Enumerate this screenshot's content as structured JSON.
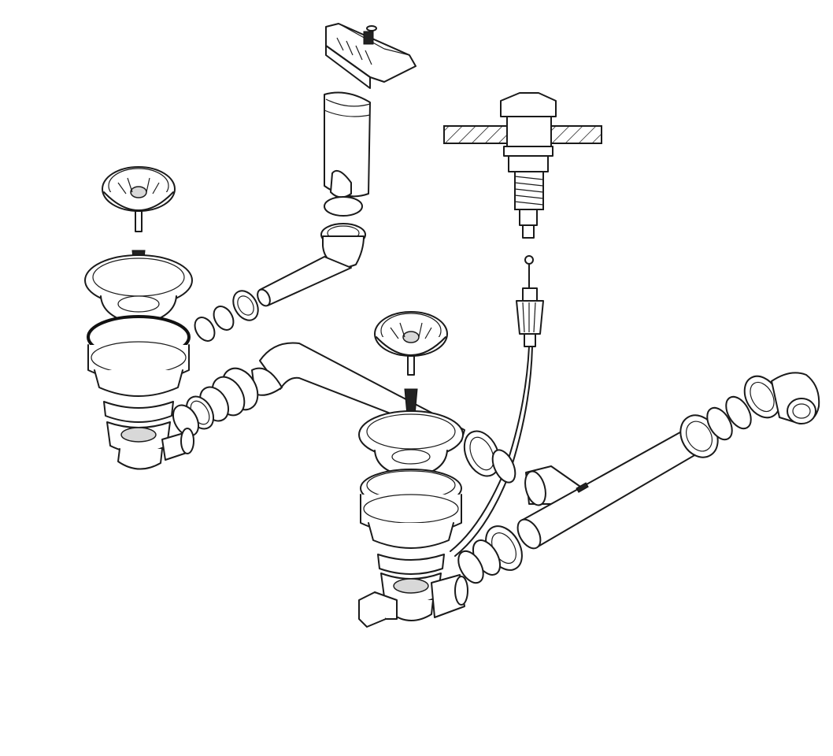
{
  "diagram": {
    "line_color": "#1a1a1a",
    "background": "#ffffff",
    "parts": [
      "strainer-basket-left",
      "strainer-body-left",
      "strainer-basket-right",
      "strainer-body-right",
      "overflow-head",
      "overflow-hose",
      "remote-knob",
      "bowden-cable",
      "connecting-pipe",
      "outlet-pipe",
      "elbow-outlet"
    ]
  }
}
